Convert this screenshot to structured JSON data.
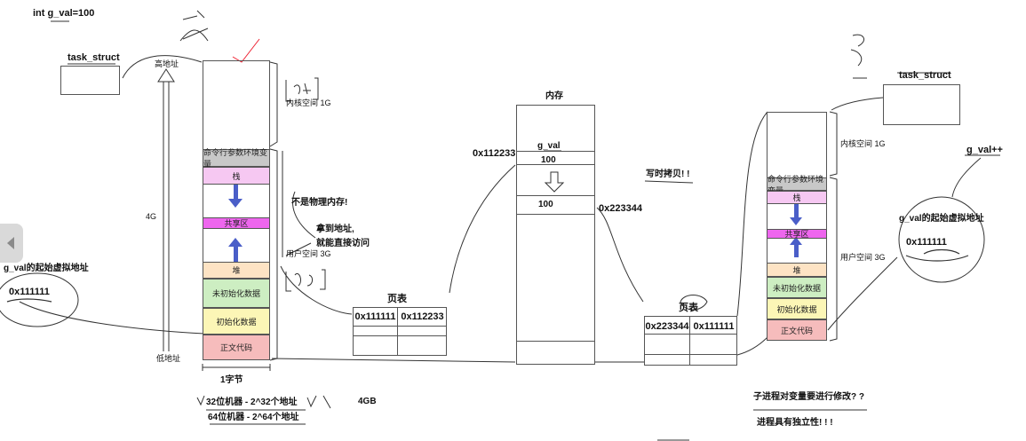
{
  "top_label": "int g_val=100",
  "parent": {
    "task_struct": "task_struct",
    "high_addr": "高地址",
    "low_addr": "低地址",
    "size_4g": "4G",
    "segments": {
      "kernel": "",
      "env": "命令行参数环境变量",
      "stack": "栈",
      "shared": "共享区",
      "heap": "堆",
      "bss": "未初始化数据",
      "data": "初始化数据",
      "text": "正文代码"
    },
    "kernel_space": "内核空间 1G",
    "user_space": "用户空间 3G",
    "byte_label": "1字节",
    "note_not_physical": "不是物理内存!",
    "note_access_1": "拿到地址,",
    "note_access_2": "就能直接访问",
    "gval_start": "g_val的起始虚拟地址",
    "gval_addr": "0x111111"
  },
  "page_table_left": {
    "title": "页表",
    "virt": "0x111111",
    "phys": "0x112233"
  },
  "memory": {
    "title": "内存",
    "var_name": "g_val",
    "addr1": "0x112233",
    "value1": "100",
    "addr2": "0x223344",
    "value2": "100",
    "cow_note": "写时拷贝! !"
  },
  "page_table_right": {
    "title": "页表",
    "virt": "0x111111",
    "phys": "0x223344"
  },
  "child": {
    "task_struct": "task_struct",
    "kernel_space": "内核空间 1G",
    "user_space": "用户空间 3G",
    "segments": {
      "env": "命令行参数环境变量",
      "stack": "栈",
      "shared": "共享区",
      "heap": "堆",
      "bss": "未初始化数据",
      "data": "初始化数据",
      "text": "正文代码"
    },
    "gval_inc": "g_val++",
    "gval_start": "g_val的起始虚拟地址",
    "gval_addr": "0x111111"
  },
  "bottom": {
    "bits32": "32位机器 - 2^32个地址",
    "bits64": "64位机器 - 2^64个地址",
    "gb4": "4GB",
    "q_modify": "子进程对变量要进行修改? ?",
    "independence": "进程具有独立性! ! !"
  },
  "colors": {
    "env": "#c8c8c8",
    "stack": "#f6c8f2",
    "shared": "#ee66ee",
    "heap": "#fde3c4",
    "bss": "#cdeec2",
    "data": "#fcf6b6",
    "text": "#f6bcbc",
    "arrow": "#4a5ec8"
  }
}
